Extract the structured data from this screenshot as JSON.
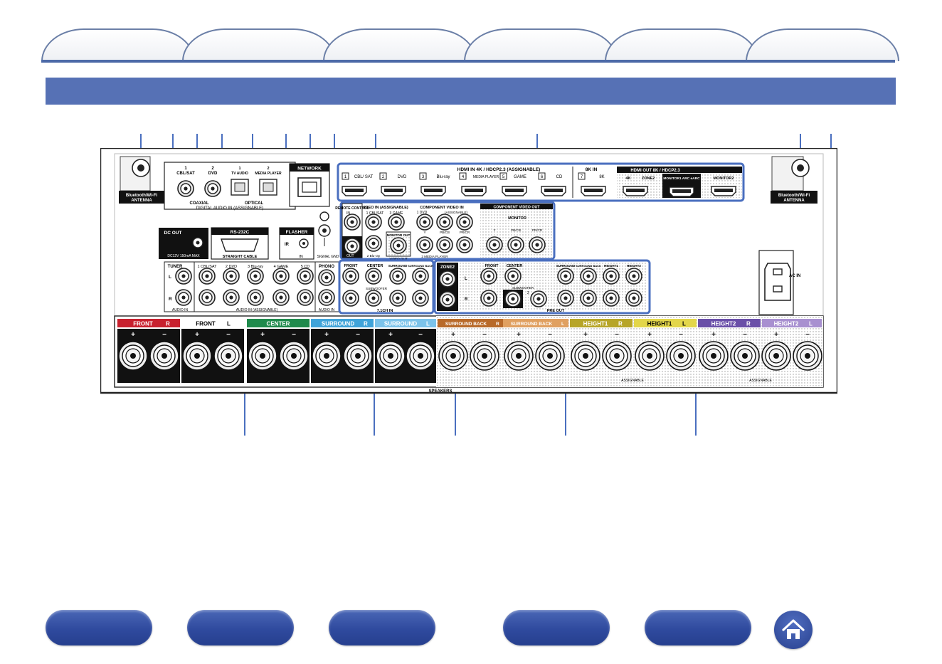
{
  "tabs": [
    {
      "label": ""
    },
    {
      "label": ""
    },
    {
      "label": ""
    },
    {
      "label": ""
    },
    {
      "label": ""
    },
    {
      "label": ""
    }
  ],
  "colors": {
    "accent": "#5671b5",
    "nav_button": "#2f4a9e",
    "callout_line": "#4a6fbf",
    "front_r": "#c8202e",
    "center": "#1f8a4c",
    "surround": "#3fa3d9",
    "surround_back": "#b86a2a",
    "height1": "#b7a528",
    "height2": "#6a4fa8"
  },
  "antenna_left": {
    "line1": "Bluetooth/Wi-Fi",
    "line2": "ANTENNA"
  },
  "antenna_right": {
    "line1": "Bluetooth/Wi-Fi",
    "line2": "ANTENNA"
  },
  "digital_audio": {
    "coax1": "1",
    "coax1_name": "CBL/SAT",
    "coax2": "2",
    "coax2_name": "DVD",
    "opt1": "1",
    "opt1_name": "TV AUDIO",
    "opt2": "2",
    "opt2_name": "MEDIA PLAYER",
    "coaxial": "COAXIAL",
    "optical": "OPTICAL",
    "footer": "DIGITAL AUDIO IN (ASSIGNABLE)"
  },
  "network": {
    "label": "NETWORK"
  },
  "hdmi_in": {
    "title": "HDMI IN   4K / HDCP2.3   (ASSIGNABLE)",
    "inputs": [
      {
        "num": "1",
        "name": "CBL/ SAT"
      },
      {
        "num": "2",
        "name": "DVD"
      },
      {
        "num": "3",
        "name": "Blu-ray"
      },
      {
        "num": "4",
        "name": "MEDIA PLAYER"
      },
      {
        "num": "5",
        "name": "GAME"
      },
      {
        "num": "6",
        "name": "CD"
      }
    ],
    "eightk_title": "8K IN",
    "eightk_num": "7",
    "eightk_name": "8K"
  },
  "hdmi_out": {
    "title": "HDMI OUT  8K / HDCP2.3",
    "outs": [
      {
        "name": "4K"
      },
      {
        "name": "ZONE2"
      },
      {
        "name": "MONITOR1 ARC eARC"
      },
      {
        "name": "MONITOR2"
      }
    ]
  },
  "dc_out": {
    "title": "DC OUT",
    "spec": "DC12V 150mA MAX"
  },
  "rs232c": {
    "title": "RS-232C",
    "footer": "STRAIGHT CABLE"
  },
  "flasher": {
    "title": "FLASHER",
    "ir": "IR",
    "in": "IN"
  },
  "signal_gnd": {
    "label": "SIGNAL GND"
  },
  "remote": {
    "title": "REMOTE CONTROL",
    "in": "IN",
    "out": "OUT"
  },
  "video_in": {
    "title": "VIDEO IN (ASSIGNABLE)",
    "in1": "1 CBL/SAT",
    "in2": "3 GAME",
    "in3": "2 Blu-ray",
    "monitor_out": "MONITOR OUT",
    "footer": "VIDEO OUT"
  },
  "component_in": {
    "title": "COMPONENT VIDEO IN",
    "sub": "(ASSIGNABLE)",
    "in1": "1 DVD",
    "in2": "2 MEDIA PLAYER",
    "y": "Y",
    "pb": "PB/CB",
    "pr": "PR/CR"
  },
  "component_out": {
    "title": "COMPONENT VIDEO OUT",
    "monitor": "MONITOR",
    "y": "Y",
    "pb": "PB/CB",
    "pr": "PR/CR"
  },
  "audio_in": {
    "tuner": "TUNER",
    "l": "L",
    "r": "R",
    "audio_in_label": "AUDIO IN",
    "sources": [
      "1 CBL/SAT",
      "2 DVD",
      "3 Blu-ray",
      "4 GAME",
      "5 CD"
    ],
    "footer": "AUDIO IN (ASSIGNABLE)",
    "phono": "PHONO",
    "phono_footer": "AUDIO IN"
  },
  "seven_ch": {
    "front": "FRONT",
    "center": "CENTER",
    "surround": "SURROUND",
    "surround_back": "SURROUND BACK",
    "subwoofer": "SUBWOOFER",
    "footer": "7.1CH IN"
  },
  "preout": {
    "zone2": "ZONE2",
    "l": "L",
    "r": "R",
    "front": "FRONT",
    "center": "CENTER",
    "subwoofer": "SUBWOOFER",
    "sub1": "1",
    "sub2": "2",
    "surround": "SURROUND",
    "surround_back": "SURROUND BACK",
    "height1": "HEIGHT1",
    "height2": "HEIGHT2",
    "footer": "PRE OUT"
  },
  "ac_in": {
    "label": "AC IN"
  },
  "speakers": {
    "groups": [
      {
        "label": "FRONT",
        "side": "R"
      },
      {
        "label": "FRONT",
        "side": "L"
      },
      {
        "label": "CENTER",
        "side": ""
      },
      {
        "label": "SURROUND",
        "side": "R"
      },
      {
        "label": "SURROUND",
        "side": "L"
      },
      {
        "label": "SURROUND BACK",
        "side": "R"
      },
      {
        "label": "SURROUND BACK",
        "side": "L"
      },
      {
        "label": "HEIGHT1",
        "side": "R"
      },
      {
        "label": "HEIGHT1",
        "side": "L"
      },
      {
        "label": "HEIGHT2",
        "side": "R"
      },
      {
        "label": "HEIGHT2",
        "side": "L"
      }
    ],
    "plus": "+",
    "minus": "−",
    "assignable": "ASSIGNABLE",
    "footer": "SPEAKERS"
  },
  "nav": [
    {
      "label": ""
    },
    {
      "label": ""
    },
    {
      "label": ""
    },
    {
      "label": ""
    },
    {
      "label": ""
    }
  ],
  "home_icon": "home-icon"
}
